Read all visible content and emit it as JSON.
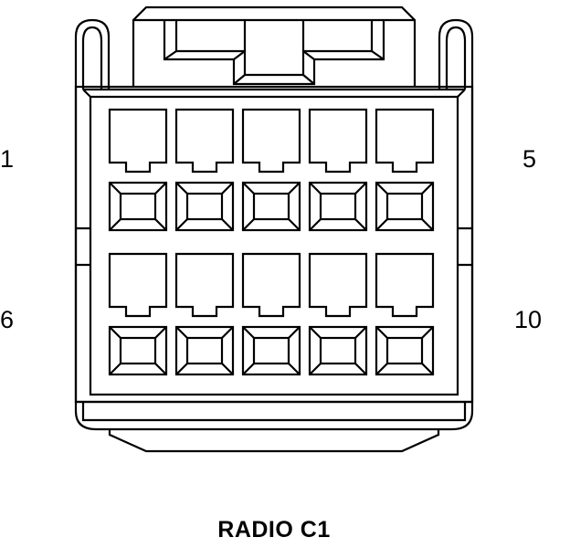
{
  "connector": {
    "title": "RADIO C1",
    "pin_labels": {
      "top_left": "1",
      "top_right": "5",
      "bottom_left": "6",
      "bottom_right": "10"
    },
    "cavity_rows": 2,
    "cavities_per_row": 5
  },
  "colors": {
    "line": "#000000",
    "background": "#ffffff"
  }
}
